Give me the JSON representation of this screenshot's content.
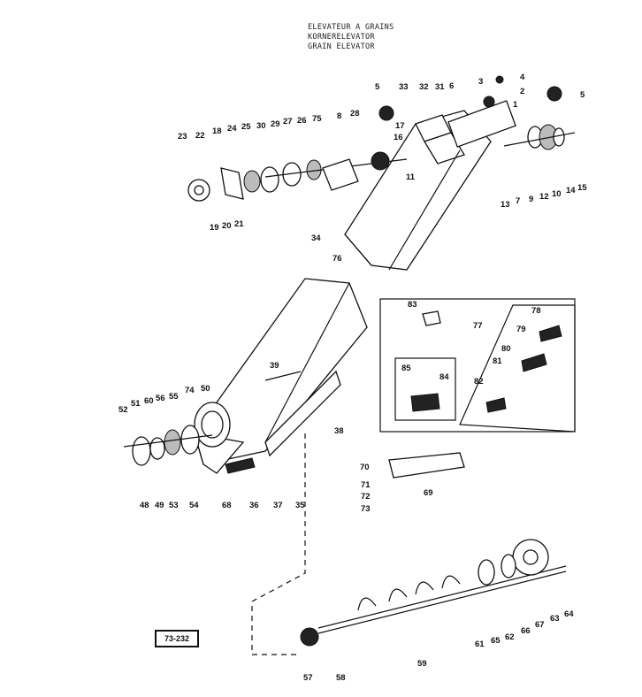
{
  "header": {
    "title_fr": "ELEVATEUR A GRAINS",
    "title_de": "KORNERELEVATOR",
    "title_en": "GRAIN ELEVATOR"
  },
  "reference_code": "73-232",
  "part_labels": [
    "1",
    "2",
    "3",
    "4",
    "5",
    "5",
    "6",
    "7",
    "8",
    "9",
    "10",
    "11",
    "12",
    "13",
    "14",
    "15",
    "16",
    "17",
    "18",
    "19",
    "20",
    "21",
    "22",
    "23",
    "24",
    "25",
    "26",
    "27",
    "28",
    "29",
    "30",
    "31",
    "32",
    "33",
    "34",
    "35",
    "36",
    "37",
    "38",
    "39",
    "48",
    "49",
    "50",
    "51",
    "52",
    "53",
    "54",
    "55",
    "56",
    "57",
    "58",
    "59",
    "60",
    "61",
    "62",
    "63",
    "64",
    "65",
    "66",
    "67",
    "68",
    "69",
    "70",
    "71",
    "72",
    "73",
    "74",
    "75",
    "76",
    "77",
    "78",
    "79",
    "80",
    "81",
    "82",
    "83",
    "84",
    "85"
  ]
}
